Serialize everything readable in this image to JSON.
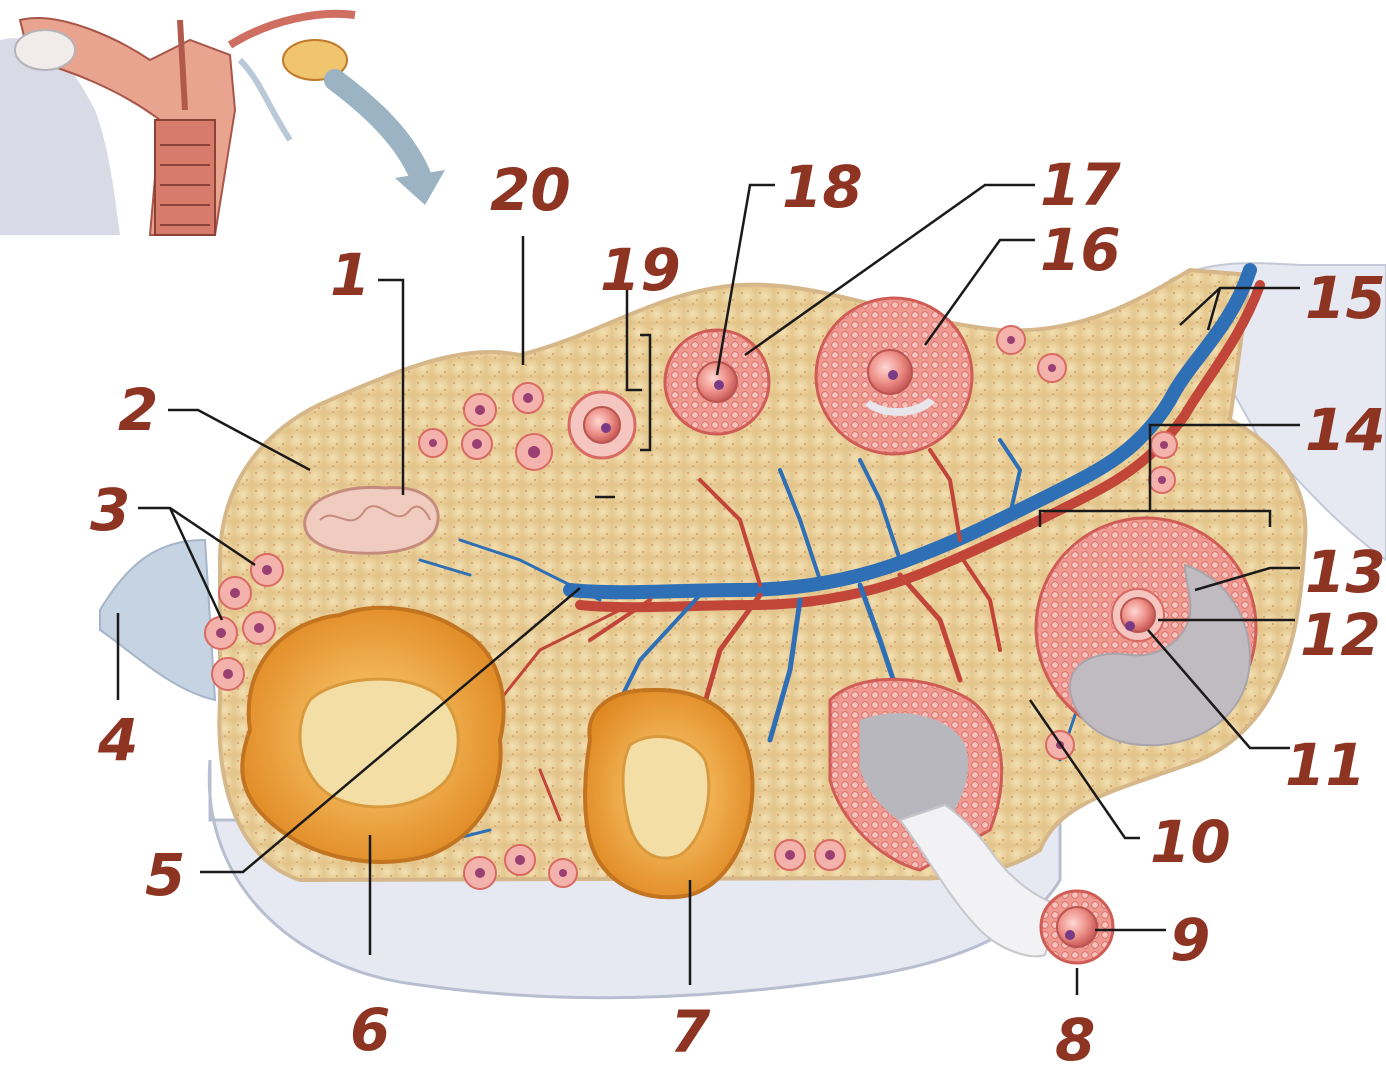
{
  "diagram": {
    "labels": [
      {
        "id": "1",
        "text": "1"
      },
      {
        "id": "2",
        "text": "2"
      },
      {
        "id": "3",
        "text": "3"
      },
      {
        "id": "4",
        "text": "4"
      },
      {
        "id": "5",
        "text": "5"
      },
      {
        "id": "6",
        "text": "6"
      },
      {
        "id": "7",
        "text": "7"
      },
      {
        "id": "8",
        "text": "8"
      },
      {
        "id": "9",
        "text": "9"
      },
      {
        "id": "10",
        "text": "10"
      },
      {
        "id": "11",
        "text": "11"
      },
      {
        "id": "12",
        "text": "12"
      },
      {
        "id": "13",
        "text": "13"
      },
      {
        "id": "14",
        "text": "14"
      },
      {
        "id": "15",
        "text": "15"
      },
      {
        "id": "16",
        "text": "16"
      },
      {
        "id": "17",
        "text": "17"
      },
      {
        "id": "18",
        "text": "18"
      },
      {
        "id": "19",
        "text": "19"
      },
      {
        "id": "20",
        "text": "20"
      }
    ],
    "colors": {
      "label_ink": "#8e3423",
      "leader_line": "#1a1a1a",
      "ovary_stroma": "#ecd3a0",
      "capsule_white": "#e7e9f2",
      "follicle_pink": "#e8837a",
      "oocyte_core": "#c0607a",
      "corpus_luteum": "#f0a43c",
      "artery_red": "#c2453a",
      "vein_blue": "#2f6fb6"
    }
  }
}
